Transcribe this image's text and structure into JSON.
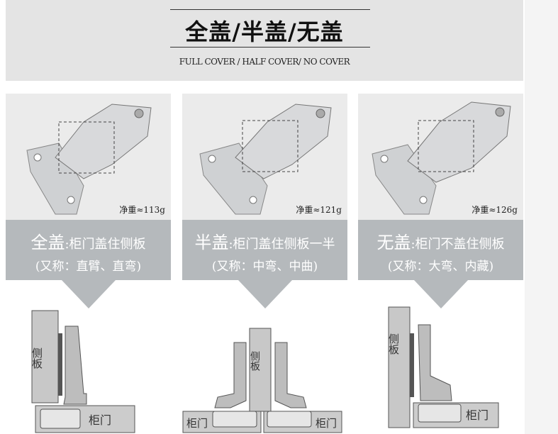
{
  "header": {
    "title": "全盖/半盖/无盖",
    "subtitle": "FULL COVER / HALF COVER/ NO COVER"
  },
  "columns": [
    {
      "weight": "净重≈113g",
      "type": "全盖",
      "desc": ":柜门盖住侧板",
      "alias": "(又称：直臂、直弯)"
    },
    {
      "weight": "净重≈121g",
      "type": "半盖",
      "desc": ":柜门盖住侧板一半",
      "alias": "(又称：中弯、中曲)"
    },
    {
      "weight": "净重≈126g",
      "type": "无盖",
      "desc": ":柜门不盖住侧板",
      "alias": "(又称：大弯、内藏)"
    }
  ],
  "diagram": {
    "side_panel": "侧板",
    "door": "柜门"
  }
}
